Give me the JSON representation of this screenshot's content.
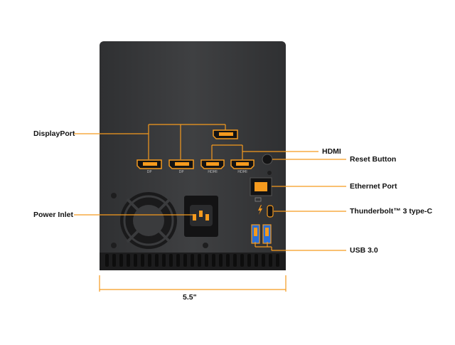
{
  "labels": {
    "displayport": "DisplayPort",
    "hdmi": "HDMI",
    "reset": "Reset Button",
    "ethernet": "Ethernet Port",
    "power": "Power Inlet",
    "thunderbolt": "Thunderbolt™ 3 type-C",
    "usb": "USB 3.0",
    "dimension": "5.5\""
  },
  "port_labels": {
    "dp": "DP",
    "hdmi": "HDMI"
  },
  "colors": {
    "accent": "#f59a1e",
    "chassis": "#3b3c3e",
    "chassis_dark": "#2a2b2d",
    "port_bg": "#1a1a1a",
    "callout_line": "#f59a1e",
    "dimension_line": "#f59a1e",
    "usb_blue": "#2a6fd6"
  }
}
